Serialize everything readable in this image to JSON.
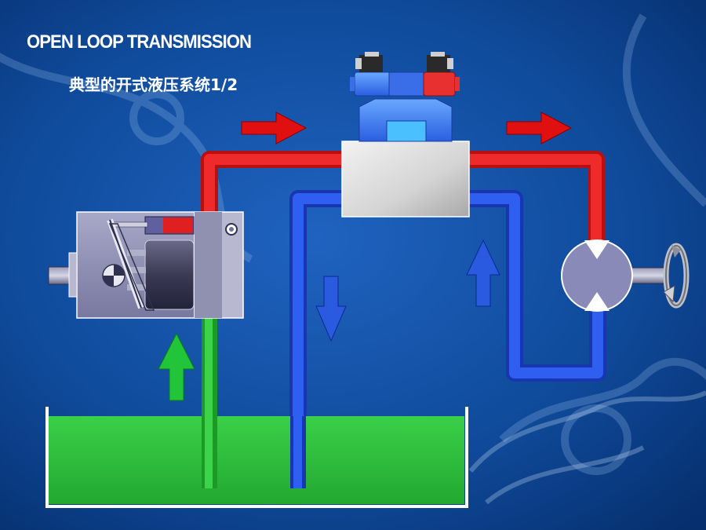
{
  "slide": {
    "title": "OPEN LOOP TRANSMISSION",
    "subtitle": "典型的开式液压系统1/2"
  },
  "colors": {
    "background": "#0b3f8a",
    "pressure_line": "#e01818",
    "return_line": "#1f4fe0",
    "suction_line": "#22b022",
    "reservoir_oil": "#2ec43a",
    "flow_arrow_red": "#e01010",
    "flow_arrow_blue": "#2a5ae0",
    "flow_arrow_green": "#22c43a",
    "valve_body": "#3a7ae8",
    "solenoid_active": "#e83030",
    "component_body": "#8a8ab0"
  },
  "components": {
    "pump": "variable-displacement-pump",
    "valve": "directional-control-valve",
    "motor": "hydraulic-motor",
    "reservoir": "oil-tank"
  }
}
